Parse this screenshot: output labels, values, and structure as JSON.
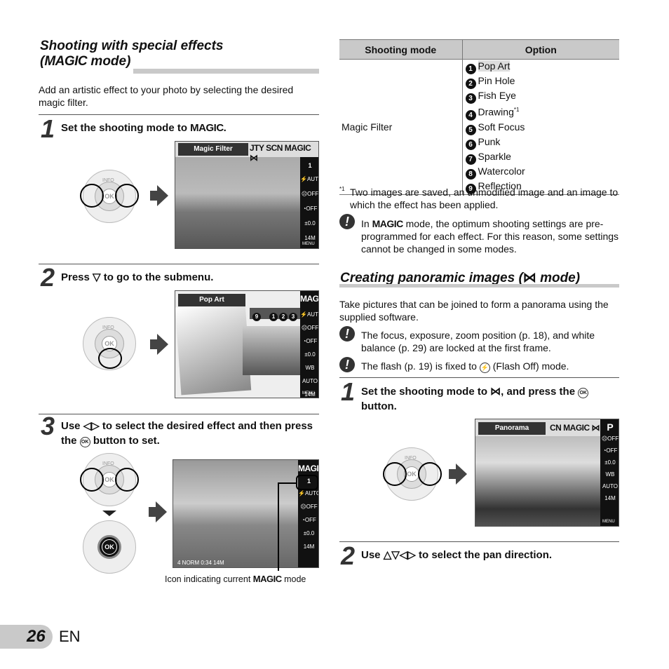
{
  "left": {
    "heading_line1": "Shooting with special effects",
    "heading_line2_pre": "(",
    "heading_line2_magic": "MAGIC",
    "heading_line2_post": " mode)",
    "intro": "Add an artistic effect to your photo by selecting the desired magic filter.",
    "step1": {
      "num": "1",
      "text_pre": "Set the shooting mode to ",
      "text_magic": "MAGIC",
      "text_post": "."
    },
    "step2": {
      "num": "2",
      "text_pre": "Press ",
      "text_symbol": "▽",
      "text_post": " to go to the submenu."
    },
    "step3": {
      "num": "3",
      "text_pre": "Use ",
      "text_symbol": "◁▷",
      "text_mid": " to select the desired effect and then press the ",
      "text_button": "OK",
      "text_post": " button to set."
    },
    "caption_pre": "Icon indicating current ",
    "caption_magic": "MAGIC",
    "caption_post": " mode"
  },
  "screens": {
    "s1": {
      "tag": "Magic Filter",
      "modes": "JTY SCN MAGIC ⋈",
      "badge": "1",
      "menu": "MENU"
    },
    "s2": {
      "tag": "Pop Art",
      "modes": "MAGIC",
      "badges": [
        "9",
        "1",
        "2",
        "3"
      ],
      "menu": "MENU"
    },
    "s3": {
      "modes": "MAGIC",
      "badge": "1",
      "bottom": "4 NORM   0:34  14M"
    },
    "s4": {
      "tag": "Panorama",
      "modes": "CN MAGIC ⋈",
      "letter": "P",
      "menu": "MENU"
    },
    "side_icons": [
      "⚡AUTO",
      "☹OFF",
      "◔OFF",
      "±0.0",
      "WB AUTO",
      "14M"
    ]
  },
  "dial": {
    "info": "INFO",
    "ok": "OK"
  },
  "table": {
    "col1": "Shooting mode",
    "col2": "Option",
    "mode": "Magic Filter",
    "options": [
      {
        "n": "1",
        "label": "Pop Art"
      },
      {
        "n": "2",
        "label": "Pin Hole"
      },
      {
        "n": "3",
        "label": "Fish Eye"
      },
      {
        "n": "4",
        "label": "Drawing",
        "sup": "*1"
      },
      {
        "n": "5",
        "label": "Soft Focus"
      },
      {
        "n": "6",
        "label": "Punk"
      },
      {
        "n": "7",
        "label": "Sparkle"
      },
      {
        "n": "8",
        "label": "Watercolor"
      },
      {
        "n": "9",
        "label": "Reflection"
      }
    ]
  },
  "footnote": {
    "mark": "*1",
    "text": "Two images are saved, an unmodified image and an image to which the effect has been applied."
  },
  "note1": {
    "pre": "In ",
    "magic": "MAGIC",
    "post": " mode, the optimum shooting settings are pre-programmed for each effect. For this reason, some settings cannot be changed in some modes."
  },
  "right": {
    "heading_pre": "Creating panoramic images (",
    "heading_symbol": "⋈",
    "heading_post": " mode)",
    "intro": "Take pictures that can be joined to form a panorama using the supplied software.",
    "note2": "The focus, exposure, zoom position (p. 18), and white balance (p. 29) are locked at the first frame.",
    "note3_pre": "The flash (p. 19) is fixed to ",
    "note3_symbol": "⚡",
    "note3_post": " (Flash Off) mode.",
    "step1": {
      "num": "1",
      "text_pre": "Set the shooting mode to ",
      "text_symbol": "⋈",
      "text_mid": ", and press the ",
      "text_button": "OK",
      "text_post": " button."
    },
    "step2": {
      "num": "2",
      "text_pre": "Use ",
      "text_symbol": "△▽◁▷",
      "text_post": " to select the pan direction."
    }
  },
  "footer": {
    "page": "26",
    "lang": "EN"
  }
}
